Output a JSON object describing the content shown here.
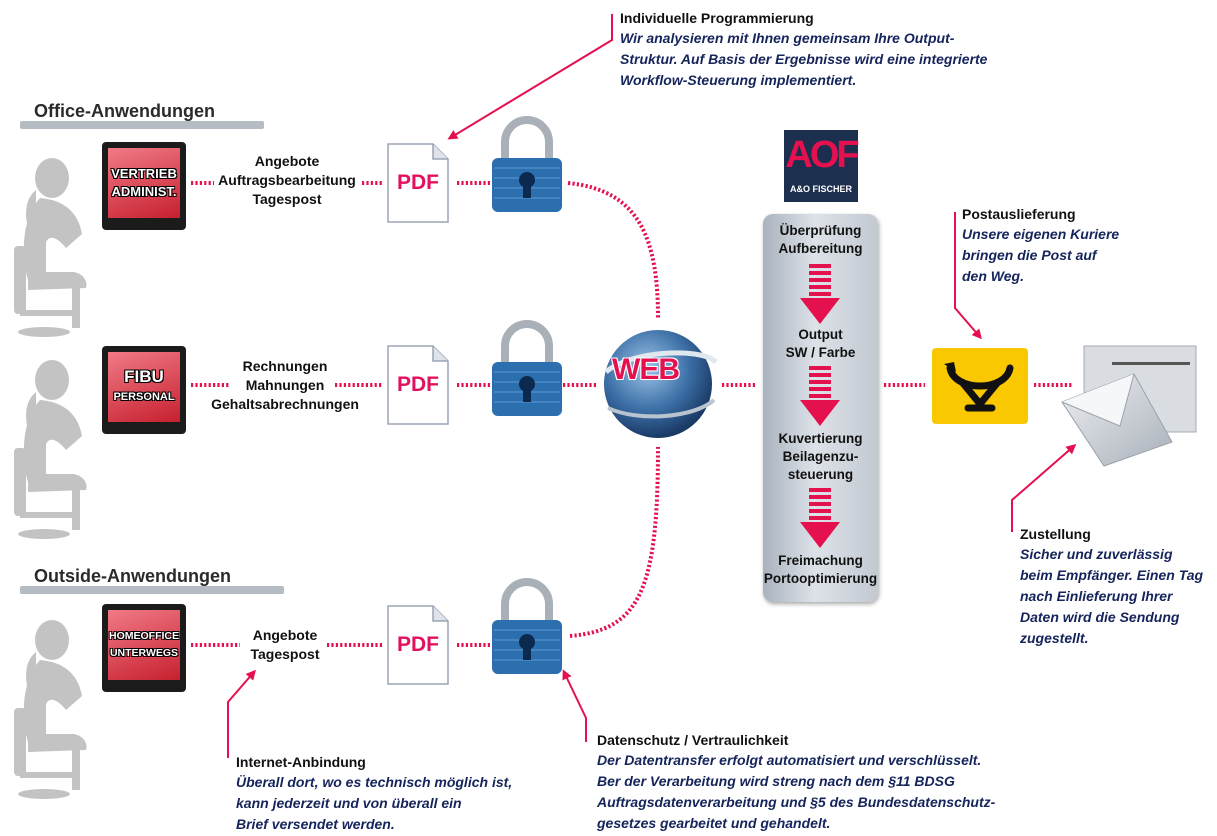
{
  "sections": {
    "office": "Office-Anwendungen",
    "outside": "Outside-Anwendungen"
  },
  "rows": [
    {
      "screen": [
        "VERTRIEB",
        "ADMINIST."
      ],
      "docs": [
        "Angebote",
        "Auftragsbearbeitung",
        "Tagespost"
      ],
      "pdf": "PDF"
    },
    {
      "screen": [
        "FIBU",
        "PERSONAL"
      ],
      "docs": [
        "Rechnungen",
        "Mahnungen",
        "Gehaltsabrechnungen"
      ],
      "pdf": "PDF"
    },
    {
      "screen": [
        "HOMEOFFICE",
        "UNTERWEGS"
      ],
      "docs": [
        "Angebote",
        "Tagespost"
      ],
      "pdf": "PDF"
    }
  ],
  "web_label": "WEB",
  "aof": {
    "logo": "AOF",
    "name": "A&O FISCHER"
  },
  "process_steps": [
    [
      "Überprüfung",
      "Aufbereitung"
    ],
    [
      "Output",
      "SW / Farbe"
    ],
    [
      "Kuvertierung",
      "Beilagenzu-",
      "steuerung"
    ],
    [
      "Freimachung",
      "Portooptimierung"
    ]
  ],
  "notes": {
    "programmierung": {
      "title": "Individuelle Programmierung",
      "lines": [
        "Wir analysieren mit Ihnen gemeinsam Ihre Output-",
        "Struktur. Auf Basis der Ergebnisse wird eine integrierte",
        "Workflow-Steuerung implementiert."
      ]
    },
    "postauslieferung": {
      "title": "Postauslieferung",
      "lines": [
        "Unsere eigenen Kuriere",
        "bringen die Post auf",
        "den Weg."
      ]
    },
    "zustellung": {
      "title": "Zustellung",
      "lines": [
        "Sicher und zuverlässig",
        "beim Empfänger. Einen Tag",
        "nach Einlieferung Ihrer",
        "Daten wird die Sendung",
        "zugestellt."
      ]
    },
    "internet": {
      "title": "Internet-Anbindung",
      "lines": [
        "Überall dort, wo es technisch möglich ist,",
        "kann jederzeit und von überall ein",
        "Brief versendet werden."
      ]
    },
    "datenschutz": {
      "title": "Datenschutz / Vertraulichkeit",
      "lines": [
        "Der Datentransfer erfolgt automatisiert und verschlüsselt.",
        "Ber der Verarbeitung wird streng nach dem §11 BDSG",
        "Auftragsdatenverarbeitung und §5 des Bundesdatenschutz-",
        "gesetzes gearbeitet und gehandelt."
      ]
    }
  },
  "colors": {
    "accent": "#e5114f",
    "note_text": "#15245a",
    "post_yellow": "#f9c800"
  }
}
